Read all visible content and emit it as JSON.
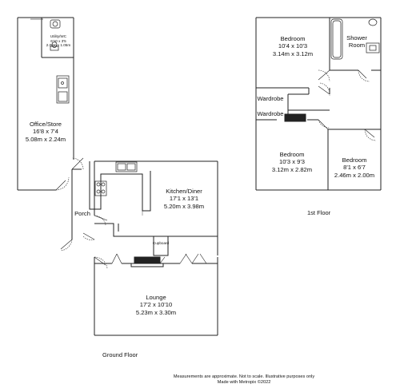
{
  "rooms": {
    "utility": {
      "name": "Utility/WC",
      "dim_imperial": "6'10 x 3'5",
      "dim_metric": "2.08m x 1.05m"
    },
    "office": {
      "name": "Office/Store",
      "dim_imperial": "16'8 x 7'4",
      "dim_metric": "5.08m x 2.24m"
    },
    "kitchen": {
      "name": "Kitchen/Diner",
      "dim_imperial": "17'1 x 13'1",
      "dim_metric": "5.20m x 3.98m"
    },
    "porch": {
      "name": "Porch"
    },
    "cupboard": {
      "name": "Cupboard"
    },
    "lounge": {
      "name": "Lounge",
      "dim_imperial": "17'2 x 10'10",
      "dim_metric": "5.23m x 3.30m"
    },
    "bedroom1": {
      "name": "Bedroom",
      "dim_imperial": "10'4 x 10'3",
      "dim_metric": "3.14m x 3.12m"
    },
    "shower": {
      "name": "Shower",
      "name2": "Room"
    },
    "wardrobe1": {
      "name": "Wardrobe"
    },
    "wardrobe2": {
      "name": "Wardrobe"
    },
    "bedroom2": {
      "name": "Bedroom",
      "dim_imperial": "10'3 x 9'3",
      "dim_metric": "3.12m x 2.82m"
    },
    "bedroom3": {
      "name": "Bedroom",
      "dim_imperial": "8'1 x 6'7",
      "dim_metric": "2.46m x 2.00m"
    }
  },
  "floors": {
    "ground": "Ground Floor",
    "first": "1st Floor"
  },
  "footer": {
    "line1": "Measurements are approximate.  Not to scale.  Illustrative purposes only",
    "line2": "Made with Metropix ©2022"
  }
}
